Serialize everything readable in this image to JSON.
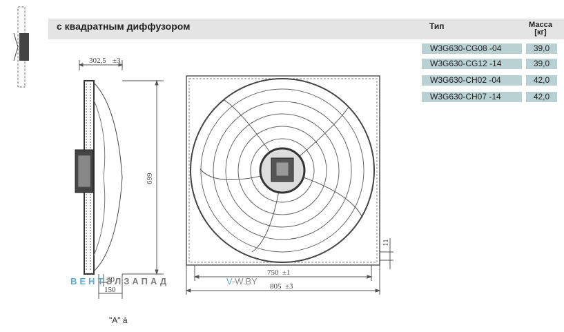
{
  "header": {
    "title": "с квадратным диффузором",
    "col_type": "Тип",
    "col_mass_line1": "Масса",
    "col_mass_line2": "[кг]"
  },
  "rows": [
    {
      "type": "W3G630-CG08 -04",
      "mass": "39,0"
    },
    {
      "type": "W3G630-CG12 -14",
      "mass": "39,0"
    },
    {
      "type": "W3G630-CH02 -04",
      "mass": "42,0"
    },
    {
      "type": "W3G630-CH07 -14",
      "mass": "42,0"
    }
  ],
  "dimensions": {
    "depth": "302,5",
    "depth_tol": "±3",
    "height": "699",
    "d20": "20",
    "d150": "150",
    "d750": "750",
    "d750_tol": "±1",
    "d805": "805",
    "d805_tol": "±3",
    "d11": "11"
  },
  "watermark": {
    "part1": "ВЕНТ",
    "part2": "ЭЛ",
    "part3": "ЗАПАД",
    "url_v": "V",
    "url_rest": "-W.BY"
  },
  "footnote": "\"A\" á",
  "colors": {
    "header_bg": "#e4e4e4",
    "row_bg": "#b9d1d3",
    "watermark_blue": "#5aaad0",
    "watermark_gray": "#7d7d7d"
  }
}
